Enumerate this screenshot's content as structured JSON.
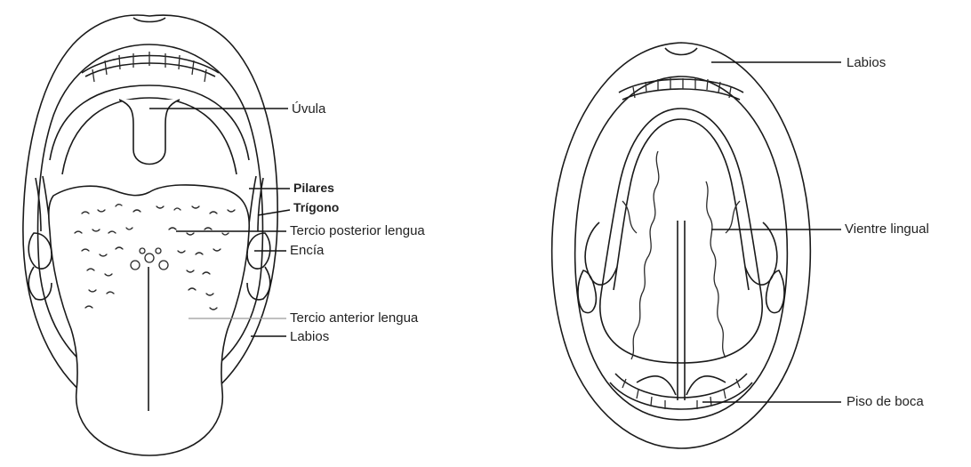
{
  "figure_left": {
    "labels": {
      "uvula": "Úvula",
      "pilares": "Pilares",
      "trigono": "Trígono",
      "tercio_posterior": "Tercio posterior lengua",
      "encia": "Encía",
      "tercio_anterior": "Tercio anterior lengua",
      "labios": "Labios"
    }
  },
  "figure_right": {
    "labels": {
      "labios": "Labios",
      "vientre_lingual": "Vientre lingual",
      "piso_de_boca": "Piso de boca"
    }
  }
}
